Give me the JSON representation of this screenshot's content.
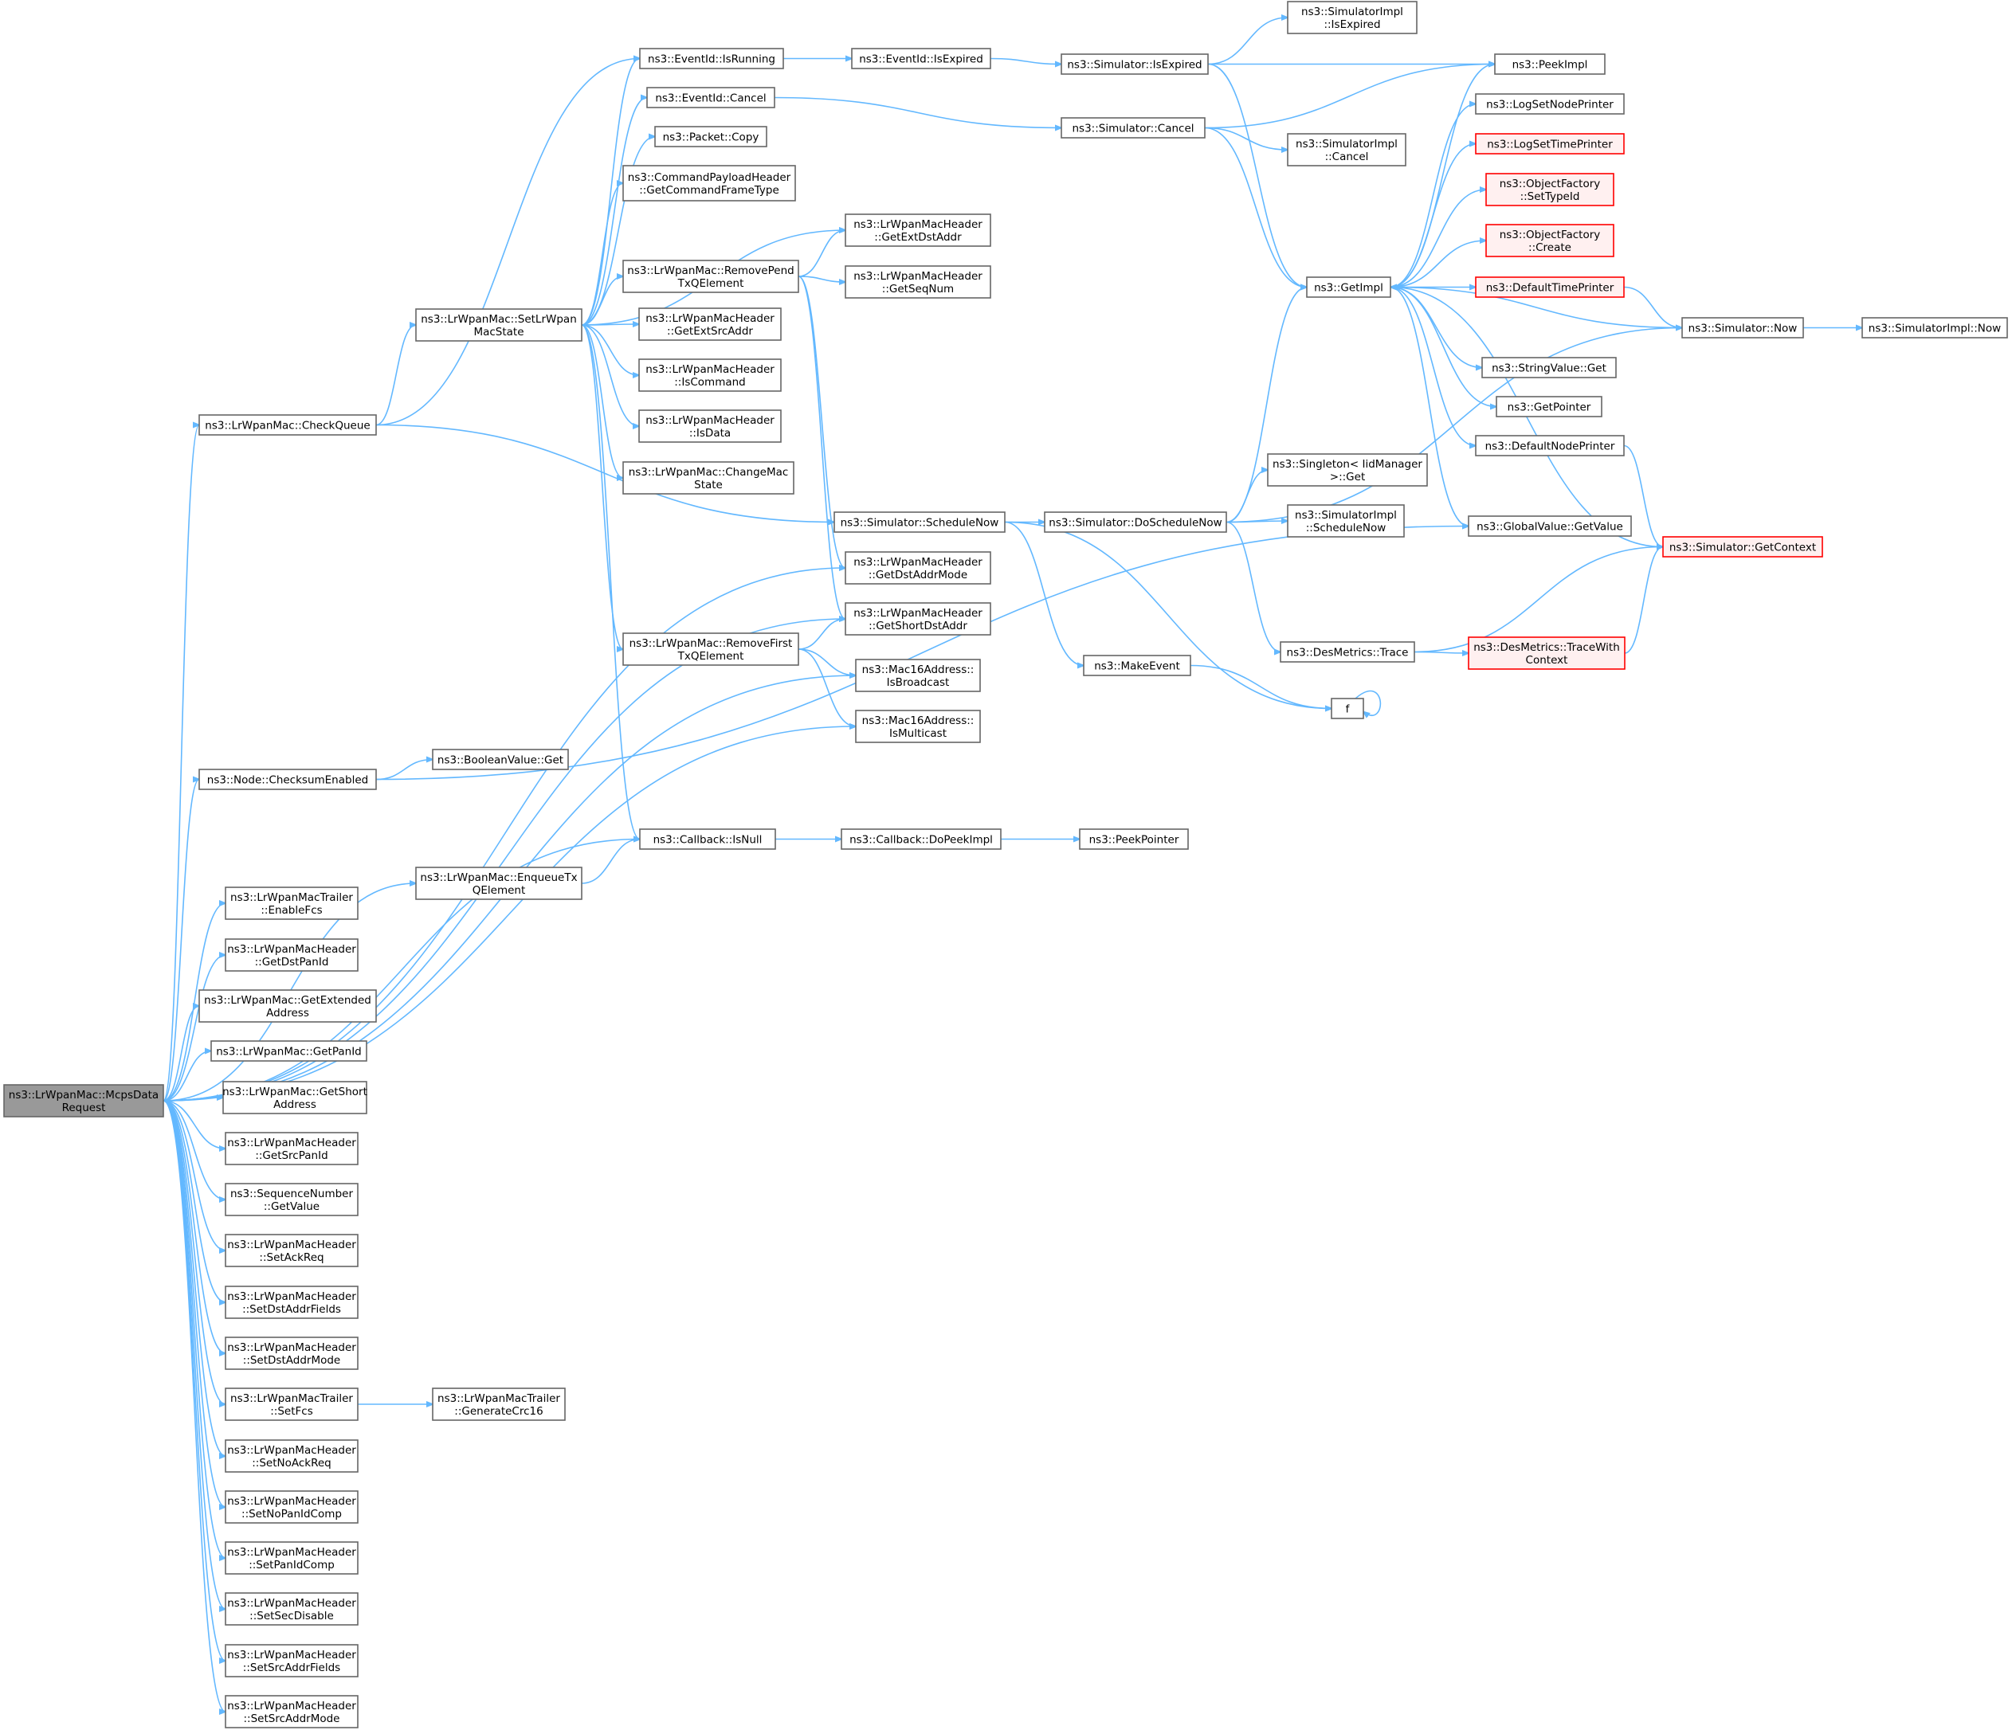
{
  "nodes": [
    {
      "id": "root",
      "lines": [
        "ns3::LrWpanMac::McpsData",
        "Request"
      ],
      "style": "root"
    },
    {
      "id": "checkqueue",
      "lines": [
        "ns3::LrWpanMac::CheckQueue"
      ]
    },
    {
      "id": "setstate",
      "lines": [
        "ns3::LrWpanMac::SetLrWpan",
        "MacState"
      ]
    },
    {
      "id": "checksum",
      "lines": [
        "ns3::Node::ChecksumEnabled"
      ]
    },
    {
      "id": "enqueue",
      "lines": [
        "ns3::LrWpanMac::EnqueueTx",
        "QElement"
      ]
    },
    {
      "id": "enablefcs",
      "lines": [
        "ns3::LrWpanMacTrailer",
        "::EnableFcs"
      ]
    },
    {
      "id": "getdstpan",
      "lines": [
        "ns3::LrWpanMacHeader",
        "::GetDstPanId"
      ]
    },
    {
      "id": "getextaddr",
      "lines": [
        "ns3::LrWpanMac::GetExtended",
        "Address"
      ]
    },
    {
      "id": "getpanid",
      "lines": [
        "ns3::LrWpanMac::GetPanId"
      ]
    },
    {
      "id": "getshortaddr",
      "lines": [
        "ns3::LrWpanMac::GetShort",
        "Address"
      ]
    },
    {
      "id": "getsrcpan",
      "lines": [
        "ns3::LrWpanMacHeader",
        "::GetSrcPanId"
      ]
    },
    {
      "id": "seqgetvalue",
      "lines": [
        "ns3::SequenceNumber",
        "::GetValue"
      ]
    },
    {
      "id": "setackreq",
      "lines": [
        "ns3::LrWpanMacHeader",
        "::SetAckReq"
      ]
    },
    {
      "id": "setdstaddrfields",
      "lines": [
        "ns3::LrWpanMacHeader",
        "::SetDstAddrFields"
      ]
    },
    {
      "id": "setdstaddrmode",
      "lines": [
        "ns3::LrWpanMacHeader",
        "::SetDstAddrMode"
      ]
    },
    {
      "id": "setfcs",
      "lines": [
        "ns3::LrWpanMacTrailer",
        "::SetFcs"
      ]
    },
    {
      "id": "setnoackreq",
      "lines": [
        "ns3::LrWpanMacHeader",
        "::SetNoAckReq"
      ]
    },
    {
      "id": "setnopanidcomp",
      "lines": [
        "ns3::LrWpanMacHeader",
        "::SetNoPanIdComp"
      ]
    },
    {
      "id": "setpanidcomp",
      "lines": [
        "ns3::LrWpanMacHeader",
        "::SetPanIdComp"
      ]
    },
    {
      "id": "setsecdisable",
      "lines": [
        "ns3::LrWpanMacHeader",
        "::SetSecDisable"
      ]
    },
    {
      "id": "setsrcaddrfields",
      "lines": [
        "ns3::LrWpanMacHeader",
        "::SetSrcAddrFields"
      ]
    },
    {
      "id": "setsrcaddrmode",
      "lines": [
        "ns3::LrWpanMacHeader",
        "::SetSrcAddrMode"
      ]
    },
    {
      "id": "generatecrc",
      "lines": [
        "ns3::LrWpanMacTrailer",
        "::GenerateCrc16"
      ]
    },
    {
      "id": "boolget",
      "lines": [
        "ns3::BooleanValue::Get"
      ]
    },
    {
      "id": "isrunning",
      "lines": [
        "ns3::EventId::IsRunning"
      ]
    },
    {
      "id": "cancel",
      "lines": [
        "ns3::EventId::Cancel"
      ]
    },
    {
      "id": "packetcopy",
      "lines": [
        "ns3::Packet::Copy"
      ]
    },
    {
      "id": "getcmdtype",
      "lines": [
        "ns3::CommandPayloadHeader",
        "::GetCommandFrameType"
      ]
    },
    {
      "id": "removepend",
      "lines": [
        "ns3::LrWpanMac::RemovePend",
        "TxQElement"
      ]
    },
    {
      "id": "getextsrc",
      "lines": [
        "ns3::LrWpanMacHeader",
        "::GetExtSrcAddr"
      ]
    },
    {
      "id": "iscommand",
      "lines": [
        "ns3::LrWpanMacHeader",
        "::IsCommand"
      ]
    },
    {
      "id": "isdata",
      "lines": [
        "ns3::LrWpanMacHeader",
        "::IsData"
      ]
    },
    {
      "id": "changemac",
      "lines": [
        "ns3::LrWpanMac::ChangeMac",
        "State"
      ]
    },
    {
      "id": "removefirst",
      "lines": [
        "ns3::LrWpanMac::RemoveFirst",
        "TxQElement"
      ]
    },
    {
      "id": "isnull",
      "lines": [
        "ns3::Callback::IsNull"
      ]
    },
    {
      "id": "isexpired",
      "lines": [
        "ns3::EventId::IsExpired"
      ]
    },
    {
      "id": "getextdst",
      "lines": [
        "ns3::LrWpanMacHeader",
        "::GetExtDstAddr"
      ]
    },
    {
      "id": "getseqnum",
      "lines": [
        "ns3::LrWpanMacHeader",
        "::GetSeqNum"
      ]
    },
    {
      "id": "schedulenow",
      "lines": [
        "ns3::Simulator::ScheduleNow"
      ]
    },
    {
      "id": "getdstaddrmode",
      "lines": [
        "ns3::LrWpanMacHeader",
        "::GetDstAddrMode"
      ]
    },
    {
      "id": "getshortdst",
      "lines": [
        "ns3::LrWpanMacHeader",
        "::GetShortDstAddr"
      ]
    },
    {
      "id": "isbroadcast",
      "lines": [
        "ns3::Mac16Address::",
        "IsBroadcast"
      ]
    },
    {
      "id": "ismulticast",
      "lines": [
        "ns3::Mac16Address::",
        "IsMulticast"
      ]
    },
    {
      "id": "dopeekimpl",
      "lines": [
        "ns3::Callback::DoPeekImpl"
      ]
    },
    {
      "id": "simisexpired",
      "lines": [
        "ns3::Simulator::IsExpired"
      ]
    },
    {
      "id": "simcancel",
      "lines": [
        "ns3::Simulator::Cancel"
      ]
    },
    {
      "id": "doschedulenow",
      "lines": [
        "ns3::Simulator::DoScheduleNow"
      ]
    },
    {
      "id": "makeevent",
      "lines": [
        "ns3::MakeEvent"
      ]
    },
    {
      "id": "peekpointer",
      "lines": [
        "ns3::PeekPointer"
      ]
    },
    {
      "id": "implisexpired",
      "lines": [
        "ns3::SimulatorImpl",
        "::IsExpired"
      ]
    },
    {
      "id": "implcancel",
      "lines": [
        "ns3::SimulatorImpl",
        "::Cancel"
      ]
    },
    {
      "id": "getimpl",
      "lines": [
        "ns3::GetImpl"
      ]
    },
    {
      "id": "singletonget",
      "lines": [
        "ns3::Singleton< IidManager",
        ">::Get"
      ]
    },
    {
      "id": "implschedulenow",
      "lines": [
        "ns3::SimulatorImpl",
        "::ScheduleNow"
      ]
    },
    {
      "id": "destrace",
      "lines": [
        "ns3::DesMetrics::Trace"
      ]
    },
    {
      "id": "f",
      "lines": [
        "f"
      ]
    },
    {
      "id": "peekimpl",
      "lines": [
        "ns3::PeekImpl"
      ]
    },
    {
      "id": "logsetnode",
      "lines": [
        "ns3::LogSetNodePrinter"
      ]
    },
    {
      "id": "logsettime",
      "lines": [
        "ns3::LogSetTimePrinter"
      ],
      "style": "red"
    },
    {
      "id": "ofsettypeid",
      "lines": [
        "ns3::ObjectFactory",
        "::SetTypeId"
      ],
      "style": "red"
    },
    {
      "id": "ofcreate",
      "lines": [
        "ns3::ObjectFactory",
        "::Create"
      ],
      "style": "red"
    },
    {
      "id": "defaulttime",
      "lines": [
        "ns3::DefaultTimePrinter"
      ],
      "style": "red"
    },
    {
      "id": "stringget",
      "lines": [
        "ns3::StringValue::Get"
      ]
    },
    {
      "id": "getpointer",
      "lines": [
        "ns3::GetPointer"
      ]
    },
    {
      "id": "defaultnode",
      "lines": [
        "ns3::DefaultNodePrinter"
      ]
    },
    {
      "id": "globalgetvalue",
      "lines": [
        "ns3::GlobalValue::GetValue"
      ]
    },
    {
      "id": "tracewithctx",
      "lines": [
        "ns3::DesMetrics::TraceWith",
        "Context"
      ],
      "style": "red"
    },
    {
      "id": "simnow",
      "lines": [
        "ns3::Simulator::Now"
      ]
    },
    {
      "id": "getcontext",
      "lines": [
        "ns3::Simulator::GetContext"
      ],
      "style": "red"
    },
    {
      "id": "implnow",
      "lines": [
        "ns3::SimulatorImpl::Now"
      ]
    }
  ],
  "edges": [
    [
      "root",
      "checkqueue"
    ],
    [
      "root",
      "checksum"
    ],
    [
      "root",
      "isnull"
    ],
    [
      "root",
      "enqueue"
    ],
    [
      "root",
      "enablefcs"
    ],
    [
      "root",
      "getdstpan"
    ],
    [
      "root",
      "getextaddr"
    ],
    [
      "root",
      "getpanid"
    ],
    [
      "root",
      "getshortaddr"
    ],
    [
      "root",
      "getsrcpan"
    ],
    [
      "root",
      "seqgetvalue"
    ],
    [
      "root",
      "setackreq"
    ],
    [
      "root",
      "setdstaddrfields"
    ],
    [
      "root",
      "setdstaddrmode"
    ],
    [
      "root",
      "setfcs"
    ],
    [
      "root",
      "setnoackreq"
    ],
    [
      "root",
      "setnopanidcomp"
    ],
    [
      "root",
      "setpanidcomp"
    ],
    [
      "root",
      "setsecdisable"
    ],
    [
      "root",
      "setsrcaddrfields"
    ],
    [
      "root",
      "setsrcaddrmode"
    ],
    [
      "root",
      "getdstaddrmode"
    ],
    [
      "root",
      "getshortdst"
    ],
    [
      "root",
      "isbroadcast"
    ],
    [
      "root",
      "ismulticast"
    ],
    [
      "checkqueue",
      "isrunning"
    ],
    [
      "checkqueue",
      "setstate"
    ],
    [
      "checkqueue",
      "schedulenow"
    ],
    [
      "setstate",
      "isrunning"
    ],
    [
      "setstate",
      "cancel"
    ],
    [
      "setstate",
      "packetcopy"
    ],
    [
      "setstate",
      "getcmdtype"
    ],
    [
      "setstate",
      "getextdst"
    ],
    [
      "setstate",
      "removepend"
    ],
    [
      "setstate",
      "getextsrc"
    ],
    [
      "setstate",
      "iscommand"
    ],
    [
      "setstate",
      "isdata"
    ],
    [
      "setstate",
      "changemac"
    ],
    [
      "setstate",
      "removefirst"
    ],
    [
      "setstate",
      "isnull"
    ],
    [
      "removepend",
      "getextdst"
    ],
    [
      "removepend",
      "getseqnum"
    ],
    [
      "removepend",
      "getdstaddrmode"
    ],
    [
      "removepend",
      "getshortdst"
    ],
    [
      "removefirst",
      "getshortdst"
    ],
    [
      "removefirst",
      "isbroadcast"
    ],
    [
      "removefirst",
      "ismulticast"
    ],
    [
      "checksum",
      "boolget"
    ],
    [
      "checksum",
      "globalgetvalue"
    ],
    [
      "enqueue",
      "isnull"
    ],
    [
      "setfcs",
      "generatecrc"
    ],
    [
      "isrunning",
      "isexpired"
    ],
    [
      "isexpired",
      "simisexpired"
    ],
    [
      "cancel",
      "simcancel"
    ],
    [
      "isnull",
      "dopeekimpl"
    ],
    [
      "dopeekimpl",
      "peekpointer"
    ],
    [
      "schedulenow",
      "doschedulenow"
    ],
    [
      "schedulenow",
      "makeevent"
    ],
    [
      "schedulenow",
      "f"
    ],
    [
      "doschedulenow",
      "getimpl"
    ],
    [
      "doschedulenow",
      "singletonget"
    ],
    [
      "doschedulenow",
      "implschedulenow"
    ],
    [
      "doschedulenow",
      "destrace"
    ],
    [
      "doschedulenow",
      "simnow"
    ],
    [
      "makeevent",
      "f"
    ],
    [
      "f",
      "f"
    ],
    [
      "simisexpired",
      "implisexpired"
    ],
    [
      "simisexpired",
      "peekimpl"
    ],
    [
      "simisexpired",
      "getimpl"
    ],
    [
      "simcancel",
      "peekimpl"
    ],
    [
      "simcancel",
      "implcancel"
    ],
    [
      "simcancel",
      "getimpl"
    ],
    [
      "getimpl",
      "peekimpl"
    ],
    [
      "getimpl",
      "logsetnode"
    ],
    [
      "getimpl",
      "logsettime"
    ],
    [
      "getimpl",
      "ofsettypeid"
    ],
    [
      "getimpl",
      "ofcreate"
    ],
    [
      "getimpl",
      "defaulttime"
    ],
    [
      "getimpl",
      "stringget"
    ],
    [
      "getimpl",
      "getpointer"
    ],
    [
      "getimpl",
      "defaultnode"
    ],
    [
      "getimpl",
      "globalgetvalue"
    ],
    [
      "defaulttime",
      "simnow"
    ],
    [
      "defaultnode",
      "getcontext"
    ],
    [
      "simnow",
      "getimpl"
    ],
    [
      "simnow",
      "implnow"
    ],
    [
      "getcontext",
      "getimpl"
    ],
    [
      "destrace",
      "getcontext"
    ],
    [
      "destrace",
      "tracewithctx"
    ],
    [
      "tracewithctx",
      "getcontext"
    ]
  ]
}
